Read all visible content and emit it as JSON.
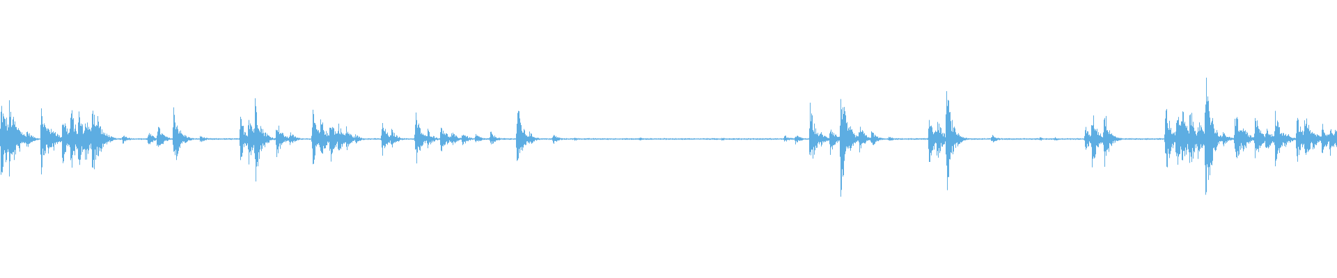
{
  "waveform": {
    "color": "#5dade2",
    "background": "#ffffff",
    "peak_scale": 1.0,
    "bursts": [
      {
        "t": 0.001,
        "a": 0.33
      },
      {
        "t": 0.004,
        "a": 0.22
      },
      {
        "t": 0.007,
        "a": 0.3
      },
      {
        "t": 0.01,
        "a": 0.2
      },
      {
        "t": 0.014,
        "a": 0.12
      },
      {
        "t": 0.02,
        "a": 0.08
      },
      {
        "t": 0.031,
        "a": 0.26
      },
      {
        "t": 0.036,
        "a": 0.14
      },
      {
        "t": 0.04,
        "a": 0.1
      },
      {
        "t": 0.047,
        "a": 0.22
      },
      {
        "t": 0.053,
        "a": 0.28
      },
      {
        "t": 0.059,
        "a": 0.24
      },
      {
        "t": 0.064,
        "a": 0.2
      },
      {
        "t": 0.069,
        "a": 0.36
      },
      {
        "t": 0.073,
        "a": 0.2
      },
      {
        "t": 0.08,
        "a": 0.05
      },
      {
        "t": 0.092,
        "a": 0.04
      },
      {
        "t": 0.111,
        "a": 0.06
      },
      {
        "t": 0.118,
        "a": 0.12
      },
      {
        "t": 0.13,
        "a": 0.27
      },
      {
        "t": 0.138,
        "a": 0.04
      },
      {
        "t": 0.15,
        "a": 0.03
      },
      {
        "t": 0.18,
        "a": 0.18
      },
      {
        "t": 0.186,
        "a": 0.24
      },
      {
        "t": 0.191,
        "a": 0.36
      },
      {
        "t": 0.198,
        "a": 0.07
      },
      {
        "t": 0.207,
        "a": 0.16
      },
      {
        "t": 0.217,
        "a": 0.06
      },
      {
        "t": 0.234,
        "a": 0.22
      },
      {
        "t": 0.24,
        "a": 0.18
      },
      {
        "t": 0.247,
        "a": 0.2
      },
      {
        "t": 0.253,
        "a": 0.14
      },
      {
        "t": 0.259,
        "a": 0.1
      },
      {
        "t": 0.266,
        "a": 0.04
      },
      {
        "t": 0.286,
        "a": 0.14
      },
      {
        "t": 0.293,
        "a": 0.08
      },
      {
        "t": 0.311,
        "a": 0.22
      },
      {
        "t": 0.32,
        "a": 0.08
      },
      {
        "t": 0.33,
        "a": 0.14
      },
      {
        "t": 0.338,
        "a": 0.06
      },
      {
        "t": 0.346,
        "a": 0.06
      },
      {
        "t": 0.356,
        "a": 0.04
      },
      {
        "t": 0.367,
        "a": 0.06
      },
      {
        "t": 0.387,
        "a": 0.29
      },
      {
        "t": 0.396,
        "a": 0.06
      },
      {
        "t": 0.414,
        "a": 0.04
      },
      {
        "t": 0.43,
        "a": 0.015
      },
      {
        "t": 0.478,
        "a": 0.015
      },
      {
        "t": 0.54,
        "a": 0.015
      },
      {
        "t": 0.587,
        "a": 0.03
      },
      {
        "t": 0.595,
        "a": 0.04
      },
      {
        "t": 0.606,
        "a": 0.27
      },
      {
        "t": 0.614,
        "a": 0.06
      },
      {
        "t": 0.621,
        "a": 0.12
      },
      {
        "t": 0.629,
        "a": 0.47
      },
      {
        "t": 0.636,
        "a": 0.1
      },
      {
        "t": 0.643,
        "a": 0.12
      },
      {
        "t": 0.652,
        "a": 0.07
      },
      {
        "t": 0.665,
        "a": 0.02
      },
      {
        "t": 0.695,
        "a": 0.23
      },
      {
        "t": 0.701,
        "a": 0.18
      },
      {
        "t": 0.708,
        "a": 0.45
      },
      {
        "t": 0.716,
        "a": 0.06
      },
      {
        "t": 0.742,
        "a": 0.04
      },
      {
        "t": 0.778,
        "a": 0.015
      },
      {
        "t": 0.789,
        "a": 0.015
      },
      {
        "t": 0.812,
        "a": 0.1
      },
      {
        "t": 0.817,
        "a": 0.24
      },
      {
        "t": 0.826,
        "a": 0.25
      },
      {
        "t": 0.872,
        "a": 0.3
      },
      {
        "t": 0.88,
        "a": 0.25
      },
      {
        "t": 0.884,
        "a": 0.28
      },
      {
        "t": 0.89,
        "a": 0.28
      },
      {
        "t": 0.896,
        "a": 0.18
      },
      {
        "t": 0.902,
        "a": 0.66
      },
      {
        "t": 0.908,
        "a": 0.12
      },
      {
        "t": 0.915,
        "a": 0.06
      },
      {
        "t": 0.924,
        "a": 0.26
      },
      {
        "t": 0.93,
        "a": 0.12
      },
      {
        "t": 0.939,
        "a": 0.2
      },
      {
        "t": 0.947,
        "a": 0.12
      },
      {
        "t": 0.954,
        "a": 0.24
      },
      {
        "t": 0.961,
        "a": 0.08
      },
      {
        "t": 0.97,
        "a": 0.2
      },
      {
        "t": 0.976,
        "a": 0.24
      },
      {
        "t": 0.982,
        "a": 0.1
      },
      {
        "t": 0.989,
        "a": 0.14
      },
      {
        "t": 0.995,
        "a": 0.14
      },
      {
        "t": 0.999,
        "a": 0.1
      }
    ]
  }
}
